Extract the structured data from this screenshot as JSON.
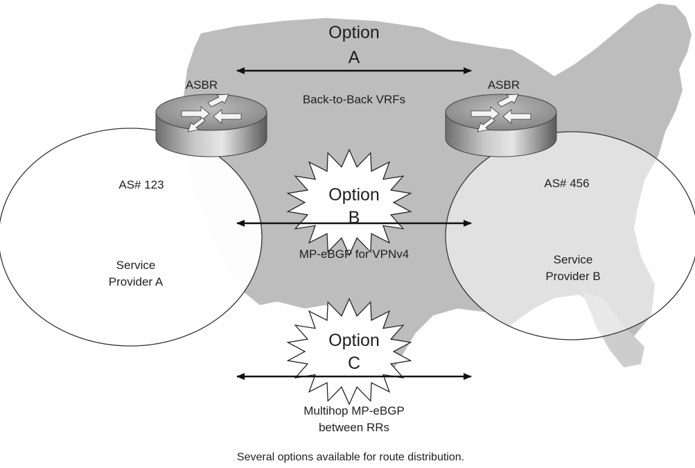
{
  "diagram": {
    "option_a": {
      "line1": "Option",
      "line2": "A",
      "caption": "Back-to-Back VRFs"
    },
    "option_b": {
      "line1": "Option",
      "line2": "B",
      "caption": "MP-eBGP for VPNv4"
    },
    "option_c": {
      "line1": "Option",
      "line2": "C",
      "caption_line1": "Multihop MP-eBGP",
      "caption_line2": "between RRs"
    },
    "left_router_label": "ASBR",
    "right_router_label": "ASBR",
    "left_domain": {
      "as": "AS# 123",
      "name_line1": "Service",
      "name_line2": "Provider A"
    },
    "right_domain": {
      "as": "AS# 456",
      "name_line1": "Service",
      "name_line2": "Provider B"
    },
    "figure_caption": "Several options available for route distribution."
  },
  "colors": {
    "map_fill": "#bdbdbd",
    "ellipse_fill": "#ffffff",
    "ellipse_stroke": "#333333",
    "router_body": "#9a9a9a",
    "text": "#1e1e1e"
  },
  "icons": [
    "router-icon",
    "explosion-burst-icon",
    "double-arrow-icon"
  ]
}
